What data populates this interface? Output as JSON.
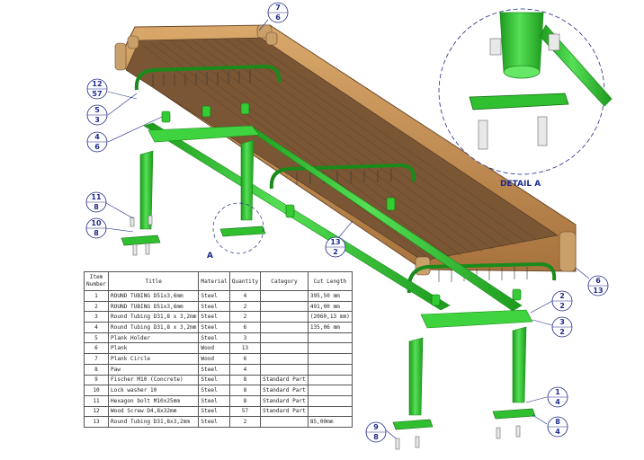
{
  "bom": {
    "headers": [
      "Item Number",
      "Title",
      "Material",
      "Quantity",
      "Category",
      "Cut Length"
    ],
    "rows": [
      [
        "1",
        "ROUND TUBING D51x3,6mm",
        "Steel",
        "4",
        "",
        "395,50 mm"
      ],
      [
        "2",
        "ROUND TUBING D51x3,6mm",
        "Steel",
        "2",
        "",
        "491,00 mm"
      ],
      [
        "3",
        "Round Tubing D31,8 x 3,2mm",
        "Steel",
        "2",
        "",
        "(2060,13 mm)"
      ],
      [
        "4",
        "Round Tubing D31,8 x 3,2mm",
        "Steel",
        "6",
        "",
        "135,06 mm"
      ],
      [
        "5",
        "Plank Holder",
        "Steel",
        "3",
        "",
        ""
      ],
      [
        "6",
        "Plank",
        "Wood",
        "13",
        "",
        ""
      ],
      [
        "7",
        "Plank Circle",
        "Wood",
        "6",
        "",
        ""
      ],
      [
        "8",
        "Paw",
        "Steel",
        "4",
        "",
        ""
      ],
      [
        "9",
        "Fischer M10 (Concrete)",
        "Steel",
        "8",
        "Standard Part",
        ""
      ],
      [
        "10",
        "Lock washer 10",
        "Steel",
        "8",
        "Standard Part",
        ""
      ],
      [
        "11",
        "Hexagon bolt M10x25mm",
        "Steel",
        "8",
        "Standard Part",
        ""
      ],
      [
        "12",
        "Wood Screw D4,8x32mm",
        "Steel",
        "57",
        "Standard Part",
        ""
      ],
      [
        "13",
        "Round Tubing D31,8x3,2mm",
        "Steel",
        "2",
        "",
        "85,00mm"
      ]
    ]
  },
  "balloons": {
    "b7_6": {
      "item": "7",
      "qty": "6"
    },
    "b12_57": {
      "item": "12",
      "qty": "57"
    },
    "b5_3": {
      "item": "5",
      "qty": "3"
    },
    "b4_6": {
      "item": "4",
      "qty": "6"
    },
    "b11_8": {
      "item": "11",
      "qty": "8"
    },
    "b10_8": {
      "item": "10",
      "qty": "8"
    },
    "b13_2": {
      "item": "13",
      "qty": "2"
    },
    "b6_13": {
      "item": "6",
      "qty": "13"
    },
    "b2_2": {
      "item": "2",
      "qty": "2"
    },
    "b3_2": {
      "item": "3",
      "qty": "2"
    },
    "b1_4": {
      "item": "1",
      "qty": "4"
    },
    "b8_4": {
      "item": "8",
      "qty": "4"
    },
    "b9_8": {
      "item": "9",
      "qty": "8"
    }
  },
  "labels": {
    "detail_a": "DETAIL A",
    "view_a": "A"
  },
  "colors": {
    "steel_green": "#33cc33",
    "steel_dark": "#1a8a1a",
    "wood": "#c9955a",
    "wood_dark": "#6b4a2a",
    "balloon": "#1f2a8a"
  }
}
